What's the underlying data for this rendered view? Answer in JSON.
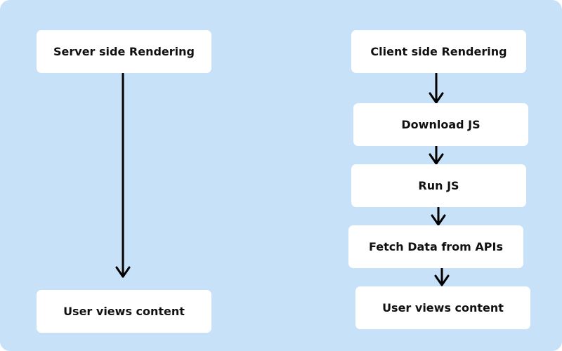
{
  "colors": {
    "background": "#c7e1f8",
    "node_fill": "#ffffff",
    "text": "#111111",
    "arrow": "#000000"
  },
  "ssr": {
    "title": "Server side Rendering",
    "end": "User views content"
  },
  "csr": {
    "title": "Client side Rendering",
    "steps": [
      "Download JS",
      "Run JS",
      "Fetch Data from APIs"
    ],
    "end": "User views content"
  }
}
